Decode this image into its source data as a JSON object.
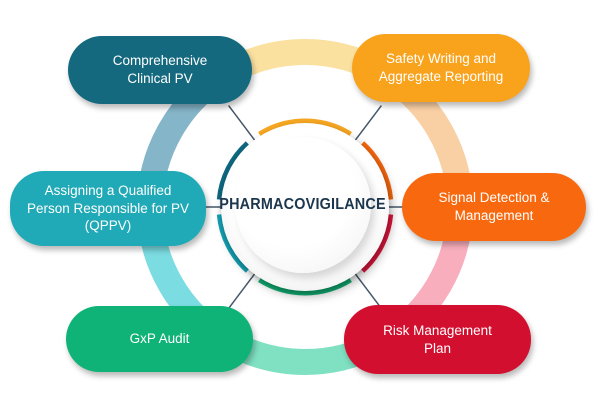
{
  "diagram": {
    "center": {
      "title": "PHARMACOVIGILANCE"
    },
    "nodes": [
      {
        "name": "comprehensive-clinical-pv",
        "label": "Comprehensive Clinical PV",
        "color": "#14697f"
      },
      {
        "name": "safety-writing-aggregate-reporting",
        "label": "Safety Writing and Aggregate Reporting",
        "color": "#f9a21c"
      },
      {
        "name": "qualified-person-qppv",
        "label": "Assigning a Qualified Person Responsible for PV (QPPV)",
        "color": "#20a9b6"
      },
      {
        "name": "signal-detection-management",
        "label": "Signal Detection & Management",
        "color": "#f8690f"
      },
      {
        "name": "gxp-audit",
        "label": "GxP Audit",
        "color": "#10b377"
      },
      {
        "name": "risk-management-plan",
        "label": "Risk Management Plan",
        "color": "#d30f2f"
      }
    ],
    "colors": {
      "outer_ring": {
        "top": "#fbe1a0",
        "upper_right": "#f9cfa4",
        "lower_right": "#f8aebc",
        "bottom": "#7fe0c2",
        "lower_left": "#7bdce2",
        "upper_left": "#85b5c8"
      },
      "center_ring": {
        "upper_left": "#0f6880",
        "top": "#f7a823",
        "upper_right": "#f8680f",
        "lower_right": "#e5173f",
        "bottom": "#12b377",
        "lower_left": "#14a3b5"
      },
      "connector": "#44576a",
      "center_text": "#1b364d"
    }
  }
}
